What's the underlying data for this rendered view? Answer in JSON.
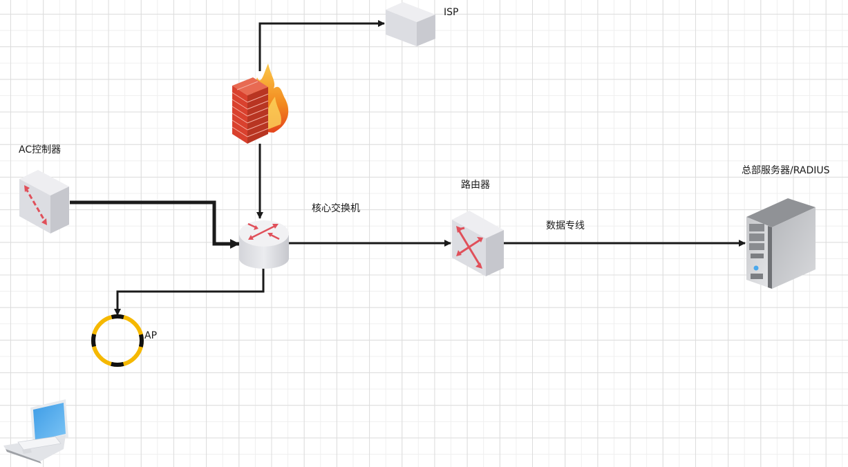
{
  "diagram": {
    "title": "Network topology",
    "nodes": [
      {
        "id": "isp",
        "label": "ISP",
        "type": "cloud-box"
      },
      {
        "id": "firewall",
        "label": "",
        "type": "firewall"
      },
      {
        "id": "ac",
        "label": "AC控制器",
        "type": "ac-controller"
      },
      {
        "id": "core",
        "label": "核心交换机",
        "type": "core-switch"
      },
      {
        "id": "router",
        "label": "路由器",
        "type": "router"
      },
      {
        "id": "server",
        "label": "总部服务器/RADIUS",
        "type": "server"
      },
      {
        "id": "ap",
        "label": "AP",
        "type": "access-point"
      },
      {
        "id": "laptop",
        "label": "",
        "type": "laptop"
      }
    ],
    "edges": [
      {
        "from": "firewall",
        "to": "isp",
        "label": ""
      },
      {
        "from": "firewall",
        "to": "core",
        "label": ""
      },
      {
        "from": "ac",
        "to": "core",
        "label": ""
      },
      {
        "from": "core",
        "to": "router",
        "label": ""
      },
      {
        "from": "router",
        "to": "server",
        "label": "数据专线"
      },
      {
        "from": "core",
        "to": "ap",
        "label": ""
      }
    ],
    "colors": {
      "line": "#1a1a1a",
      "device_face": "#dcdde2",
      "arrow_red": "#e0505a",
      "ap_yellow": "#f5b800",
      "firewall_brick": "#d9412e",
      "flame": "#f08a1c",
      "screen_blue": "#4aa8ec"
    }
  }
}
